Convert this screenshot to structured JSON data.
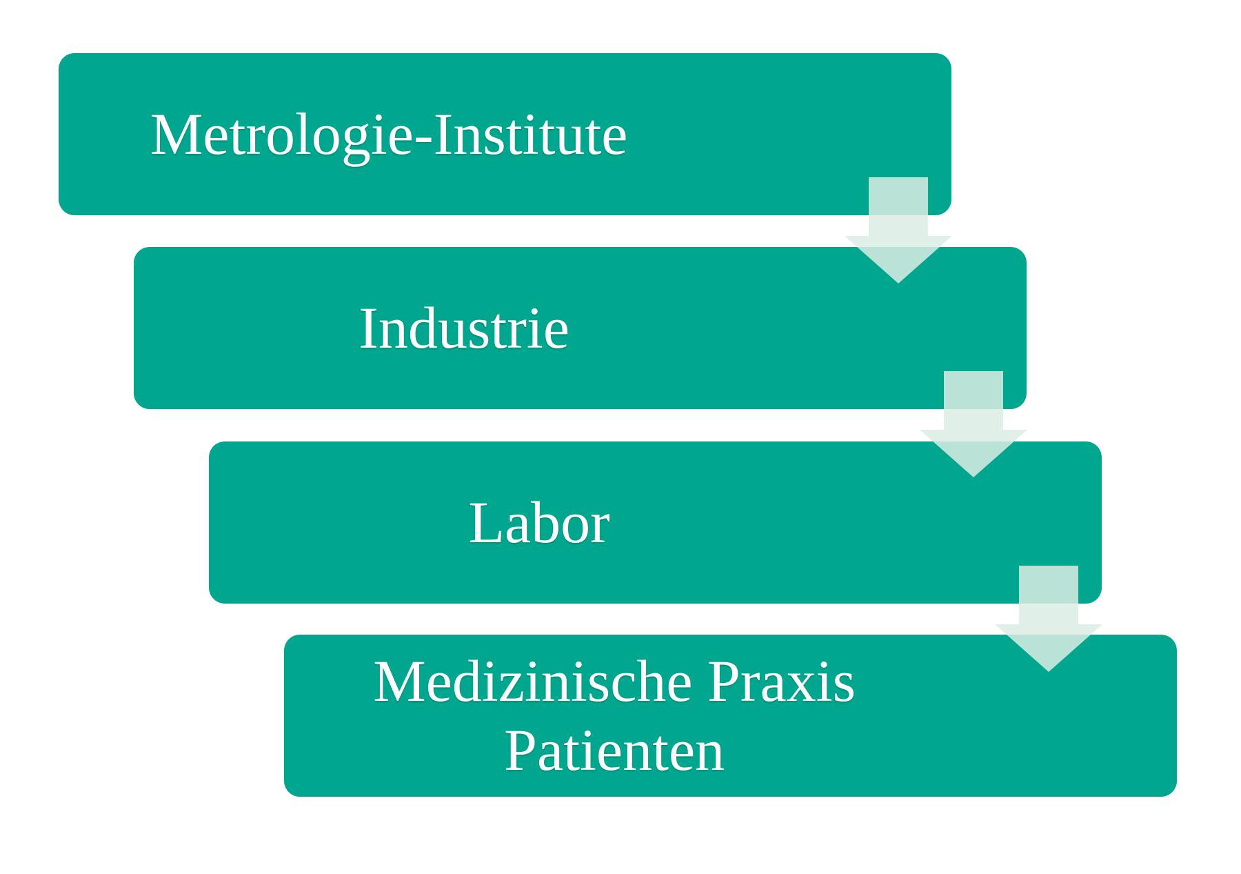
{
  "diagram": {
    "type": "step-down-process",
    "colors": {
      "box": "#00A78E",
      "text": "#FFFFFF",
      "arrow": "rgba(218,236,228,0.85)",
      "background": "#FFFFFF"
    },
    "steps": [
      {
        "lines": [
          "Metrologie-Institute"
        ]
      },
      {
        "lines": [
          "Industrie"
        ]
      },
      {
        "lines": [
          "Labor"
        ]
      },
      {
        "lines": [
          "Medizinische Praxis",
          "Patienten"
        ]
      }
    ],
    "connector": "down-arrow"
  }
}
